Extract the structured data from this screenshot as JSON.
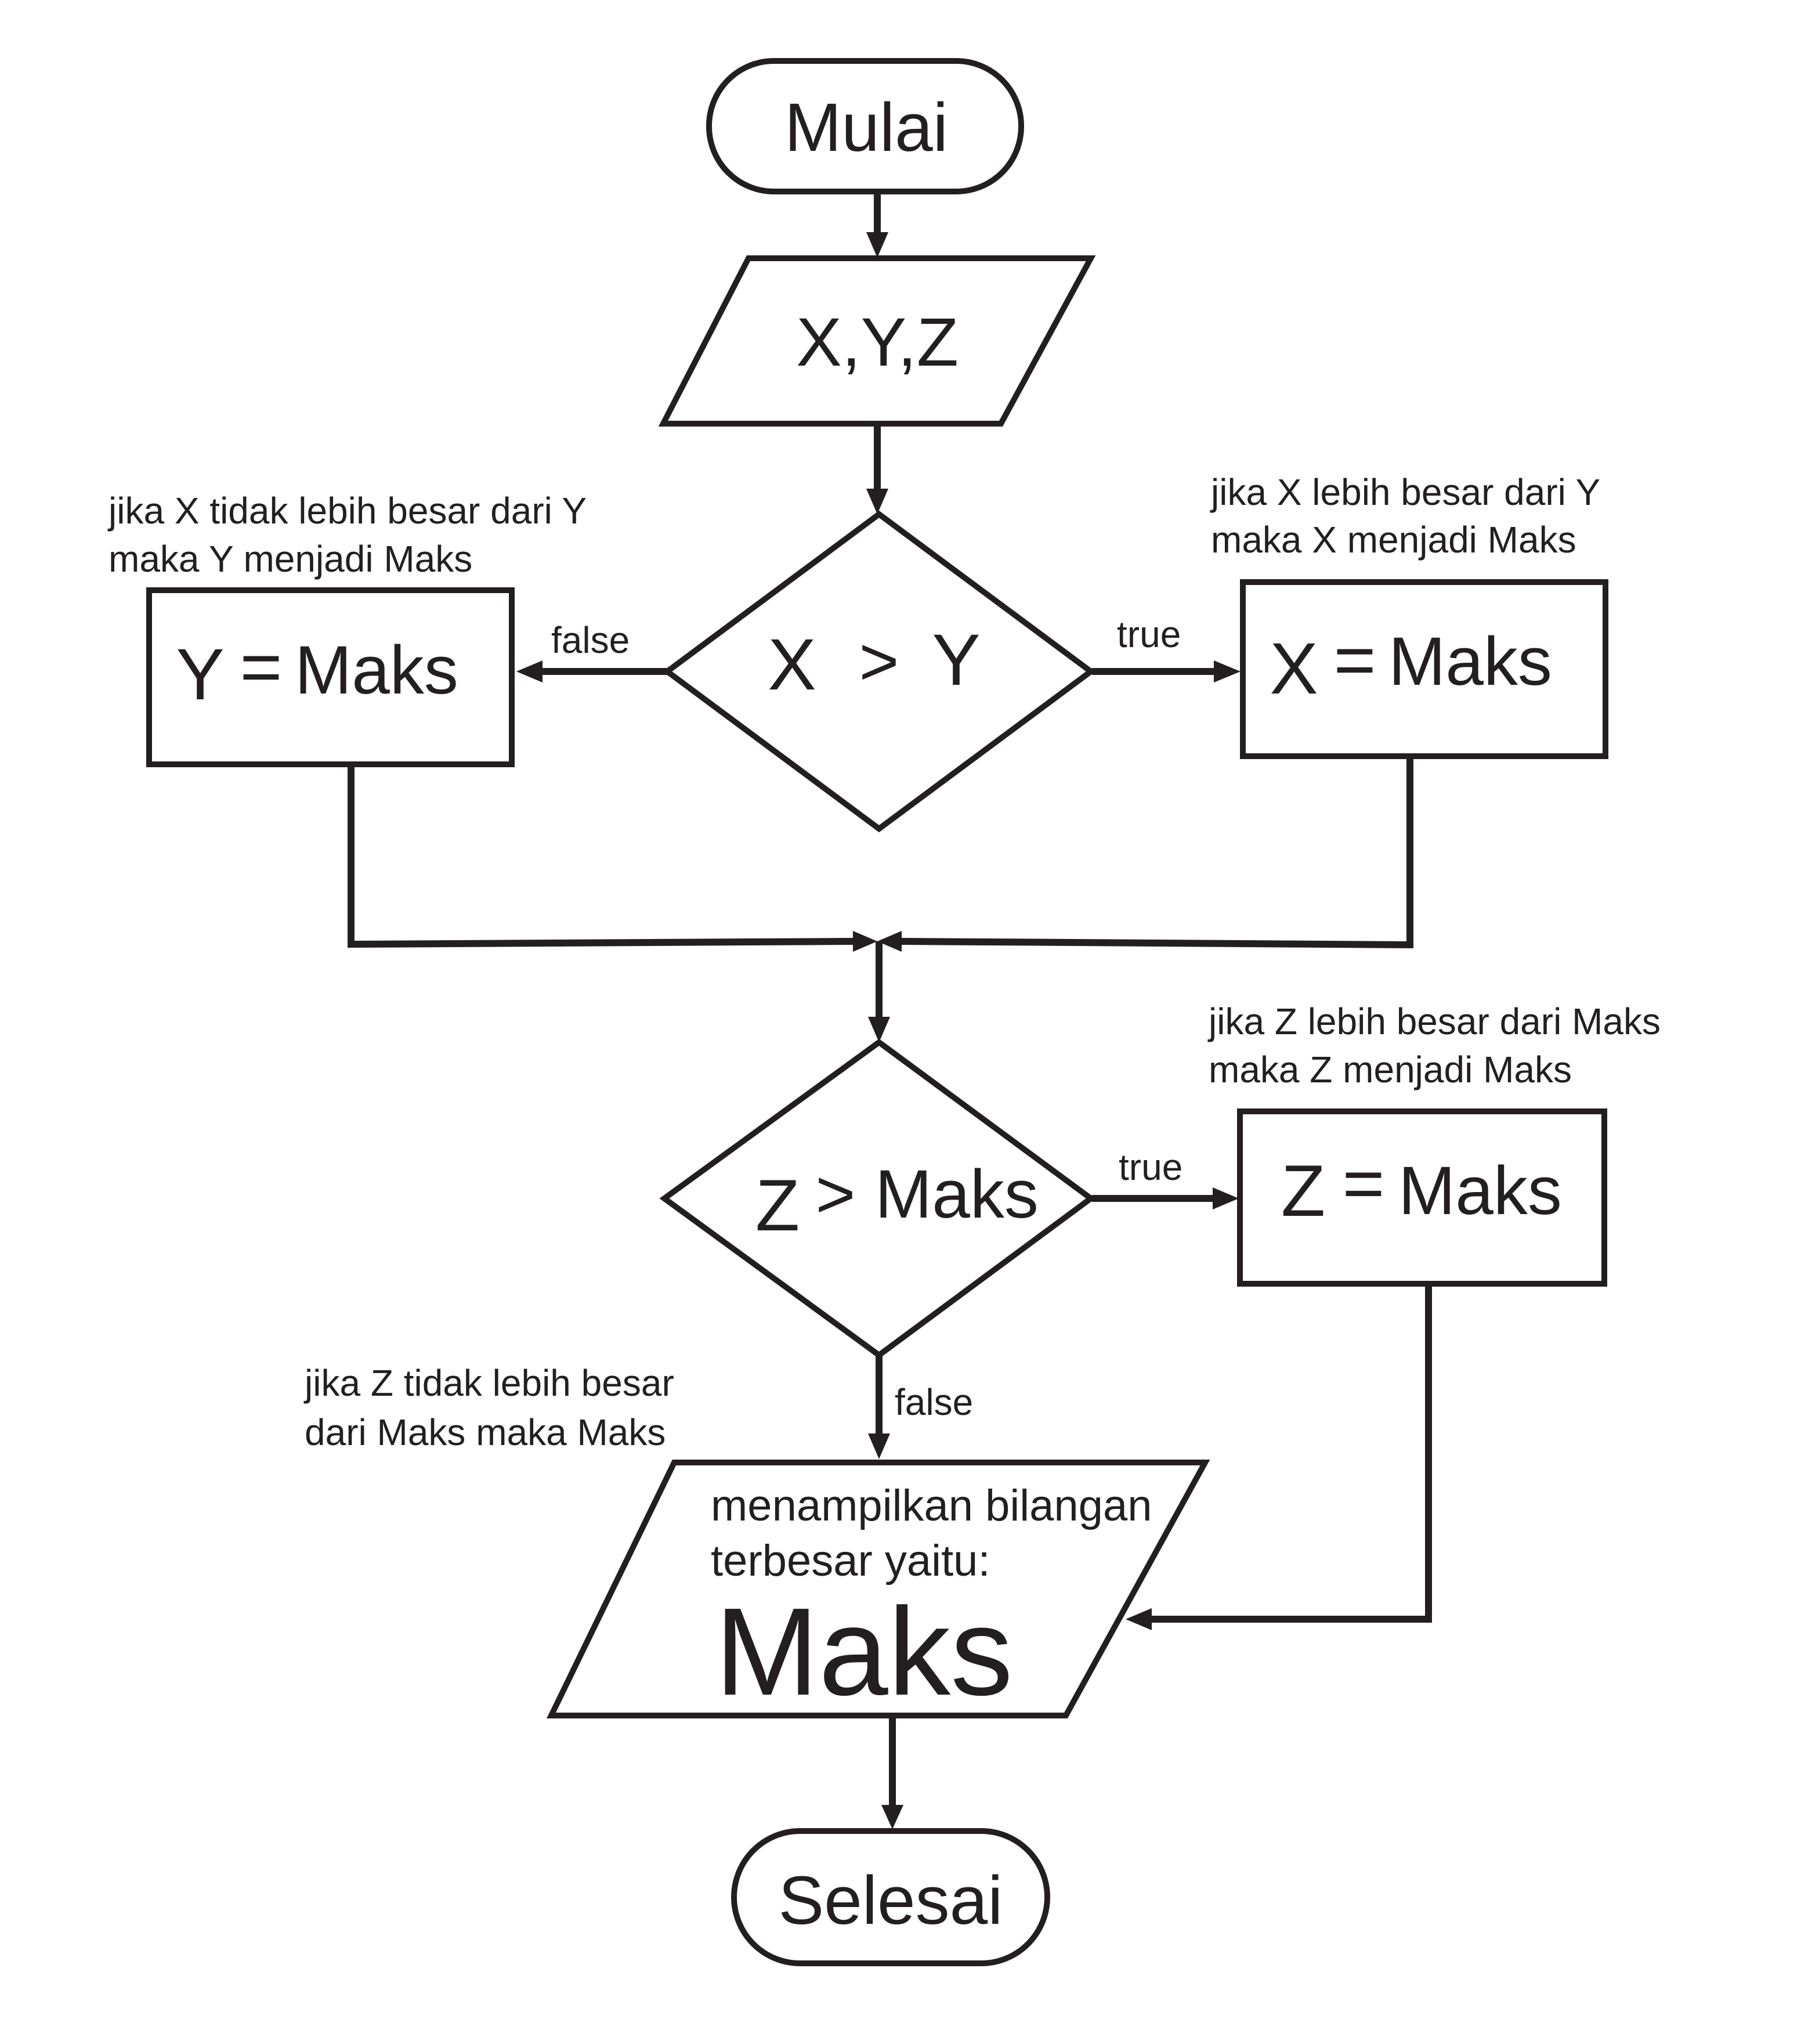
{
  "colors": {
    "ink": "#231f20",
    "background": "#ffffff"
  },
  "nodes": {
    "start": {
      "shape": "terminal",
      "label": "Mulai"
    },
    "input": {
      "shape": "parallelogram",
      "label": "X,Y,Z"
    },
    "decision1": {
      "shape": "diamond",
      "label_left": "X",
      "label_op": ">",
      "label_right": "Y"
    },
    "assign_y": {
      "shape": "rectangle",
      "var": "Y",
      "eq": "=",
      "value": "Maks"
    },
    "assign_x": {
      "shape": "rectangle",
      "var": "X",
      "eq": "=",
      "value": "Maks"
    },
    "decision2": {
      "shape": "diamond",
      "label_left": "Z",
      "label_op": ">",
      "label_right": "Maks"
    },
    "assign_z": {
      "shape": "rectangle",
      "var": "Z",
      "eq": "=",
      "value": "Maks"
    },
    "output": {
      "shape": "parallelogram",
      "line1": "menampilkan bilangan",
      "line2": "terbesar  yaitu:",
      "value": "Maks"
    },
    "end": {
      "shape": "terminal",
      "label": "Selesai"
    }
  },
  "edges": {
    "d1_false": "false",
    "d1_true": "true",
    "d2_true": "true",
    "d2_false": "false"
  },
  "notes": {
    "y_max": [
      "jika X tidak lebih besar dari Y",
      "maka Y menjadi Maks"
    ],
    "x_max": [
      "jika X lebih besar dari Y",
      "maka X menjadi Maks"
    ],
    "z_max": [
      "jika Z lebih besar dari Maks",
      "maka Z menjadi Maks"
    ],
    "z_not_max": [
      "jika Z tidak lebih besar",
      "dari Maks maka Maks"
    ]
  }
}
